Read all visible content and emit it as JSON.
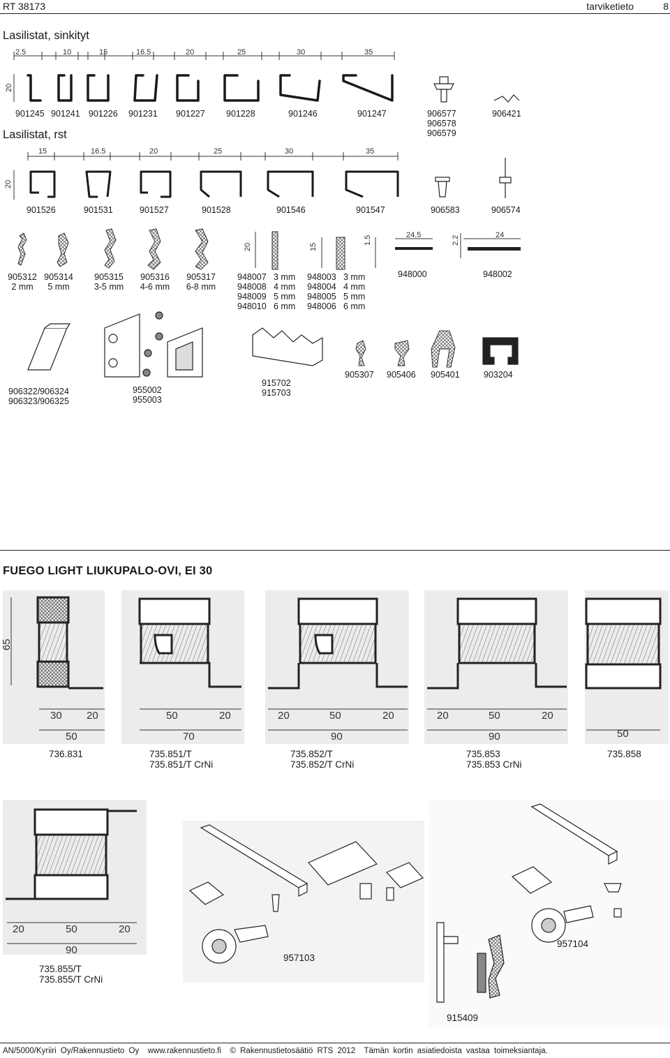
{
  "header": {
    "doc_id": "RT 38173",
    "section": "tarviketieto",
    "page": "8"
  },
  "section_galv": {
    "title": "Lasilistat, sinkityt",
    "dims": [
      "2.5",
      "10",
      "15",
      "16.5",
      "20",
      "25",
      "30",
      "35"
    ],
    "height": "20",
    "codes": [
      "901245",
      "901241",
      "901226",
      "901231",
      "901227",
      "901228",
      "901246",
      "901247"
    ],
    "screw_codes": [
      "906577",
      "906578",
      "906579"
    ],
    "clip_code": "906421"
  },
  "section_rst": {
    "title": "Lasilistat, rst",
    "dims": [
      "15",
      "16.5",
      "20",
      "25",
      "30",
      "35"
    ],
    "height": "20",
    "codes": [
      "901526",
      "901531",
      "901527",
      "901528",
      "901546",
      "901547",
      "906583",
      "906574"
    ]
  },
  "seals": [
    {
      "code": "905312",
      "size": "2 mm"
    },
    {
      "code": "905314",
      "size": "5 mm"
    },
    {
      "code": "905315",
      "size": "3-5 mm"
    },
    {
      "code": "905316",
      "size": "4-6 mm"
    },
    {
      "code": "905317",
      "size": "6-8 mm"
    }
  ],
  "shims_a": {
    "height": "20",
    "rows": [
      {
        "code": "948007",
        "size": "3 mm"
      },
      {
        "code": "948008",
        "size": "4 mm"
      },
      {
        "code": "948009",
        "size": "5 mm"
      },
      {
        "code": "948010",
        "size": "6 mm"
      }
    ]
  },
  "shims_b": {
    "height": "15",
    "rows": [
      {
        "code": "948003",
        "size": "3 mm"
      },
      {
        "code": "948004",
        "size": "4 mm"
      },
      {
        "code": "948005",
        "size": "5 mm"
      },
      {
        "code": "948006",
        "size": "6 mm"
      }
    ]
  },
  "tapes": [
    {
      "code": "948000",
      "thick": "1.5",
      "width": "24.5"
    },
    {
      "code": "948002",
      "thick": "2.2",
      "width": "24"
    }
  ],
  "accessories": {
    "a1": [
      "906322/906324",
      "906323/906325"
    ],
    "a2": [
      "955002",
      "955003"
    ],
    "a3": [
      "915702",
      "915703"
    ],
    "a4": [
      "905307",
      "905406",
      "905401",
      "903204"
    ]
  },
  "fuego": {
    "title": "FUEGO LIGHT LIUKUPALO-OVI, EI 30",
    "height": "65",
    "profiles": [
      {
        "dims_top": [
          "30",
          "20"
        ],
        "dim_bottom": "50",
        "codes": [
          "736.831"
        ]
      },
      {
        "dims_top": [
          "50",
          "20"
        ],
        "dim_bottom": "70",
        "codes": [
          "735.851/T",
          "735.851/T CrNi"
        ]
      },
      {
        "dims_top": [
          "20",
          "50",
          "20"
        ],
        "dim_bottom": "90",
        "codes": [
          "735.852/T",
          "735.852/T CrNi"
        ]
      },
      {
        "dims_top": [
          "20",
          "50",
          "20"
        ],
        "dim_bottom": "90",
        "codes": [
          "735.853",
          "735.853 CrNi"
        ]
      },
      {
        "dims_top": [],
        "dim_bottom": "50",
        "codes": [
          "735.858"
        ]
      }
    ],
    "profile_855": {
      "dims_top": [
        "20",
        "50",
        "20"
      ],
      "dim_bottom": "90",
      "codes": [
        "735.855/T",
        "735.855/T CrNi"
      ]
    },
    "kits": [
      "957103",
      "957104",
      "915409"
    ]
  },
  "footer": {
    "publisher": "AN/5000/Kyriiri Oy/Rakennustieto Oy",
    "url": "www.rakennustieto.fi",
    "copyright": "© Rakennustietosäätiö RTS 2012",
    "disclaimer": "Tämän kortin asiatiedoista vastaa toimeksiantaja."
  }
}
